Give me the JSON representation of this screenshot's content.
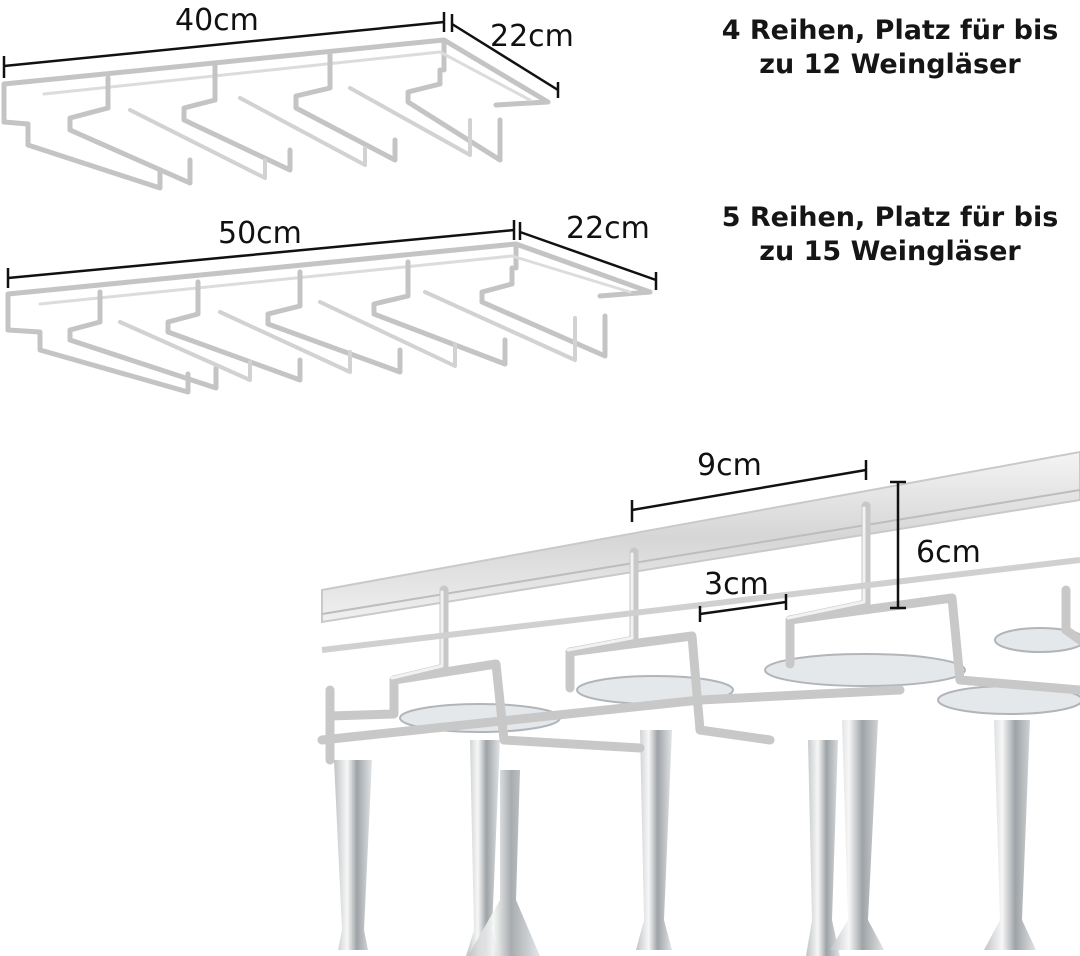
{
  "racks": [
    {
      "width_label": "40cm",
      "depth_label": "22cm",
      "description_line1": "4 Reihen, Platz für bis",
      "description_line2": "zu 12 Weingläser"
    },
    {
      "width_label": "50cm",
      "depth_label": "22cm",
      "description_line1": "5 Reihen, Platz für bis",
      "description_line2": "zu 15 Weingläser"
    }
  ],
  "detail": {
    "spacing_label": "9cm",
    "slot_width_label": "3cm",
    "height_label": "6cm"
  },
  "colors": {
    "frame": "#c4c4c4",
    "frame_highlight": "#ececec",
    "dimension_line": "#111111",
    "glass": "#cfd3d6"
  }
}
